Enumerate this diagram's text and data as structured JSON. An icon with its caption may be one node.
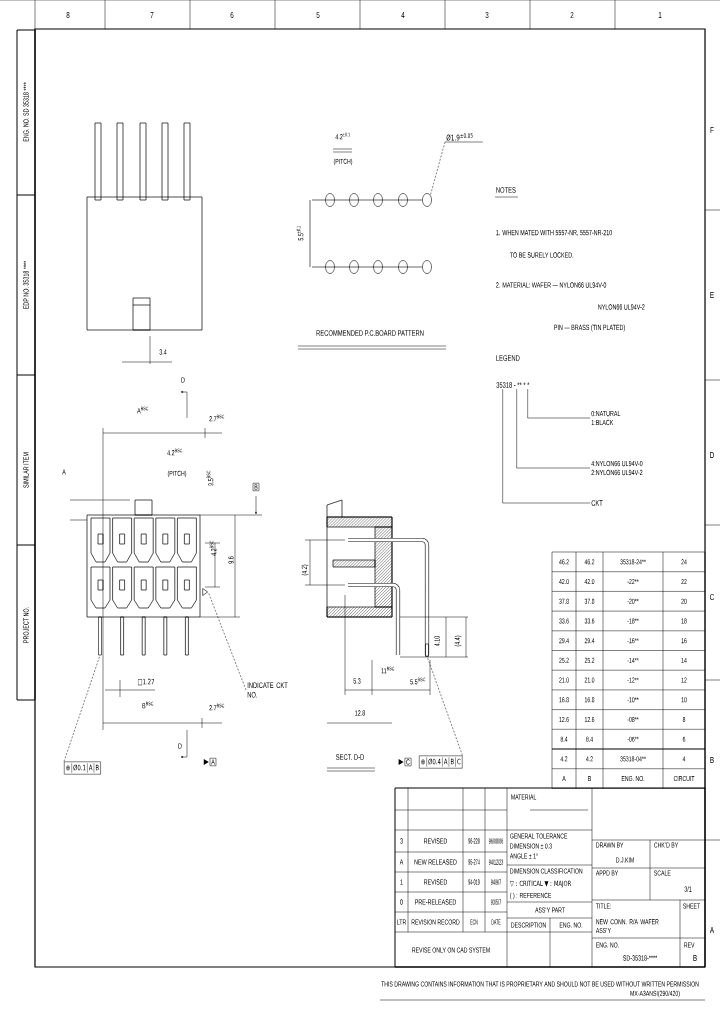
{
  "diagram": {
    "nodes": [
      {
        "text": [
          "Ø1.9$^{±0.05}$"
        ]
      },
      {
        "text": [],
        "shape": "circle"
      },
      {
        "text": [
          "INDICATE CKT NO."
        ]
      },
      {
        "text": [
          "⊕",
          "Ø0.1",
          "A",
          "B"
        ]
      },
      {
        "text": [
          "⊕",
          "Ø0.4",
          "A",
          "B",
          "C"
        ]
      },
      {
        "text": [
          "35318 - ** * *"
        ]
      },
      {
        "text": [
          "0:NATURAL",
          "1:BLACK"
        ]
      },
      {
        "text": [
          "4:NYLON66 UL94V-0",
          "2:NYLON66 UL94V-2"
        ]
      },
      {
        "text": [
          "CKT"
        ]
      },
      {
        "text": [],
        "shape": "triangle"
      },
      {
        "text": [],
        "shape": "bar"
      },
      {
        "text": [],
        "shape": "bar"
      }
    ],
    "edges": [
      {
        "from": 0,
        "to": 1,
        "arrow": "none",
        "style": "dashed"
      },
      {
        "from": 2,
        "to": 9,
        "arrow": "none",
        "style": "dashed"
      },
      {
        "from": 3,
        "to": 10,
        "arrow": "none",
        "style": "dashed"
      },
      {
        "from": 4,
        "to": 11,
        "arrow": "none",
        "style": "dashed"
      },
      {
        "from": 5,
        "to": 6,
        "arrow": "none"
      },
      {
        "from": 5,
        "to": 7,
        "arrow": "none"
      },
      {
        "from": 5,
        "to": 8,
        "arrow": "none"
      }
    ],
    "labels": [
      "8",
      "7",
      "6",
      "5",
      "4",
      "3",
      "2",
      "1",
      "F",
      "E",
      "D",
      "C",
      "B",
      "A",
      "ENG. NO. SD 35318 ****",
      "EDP NO. 35318 ****",
      "SIMILAR ITEM",
      "PROJECT NO.",
      "3.4",
      "4.2$^{±0.1}$",
      "(PITCH)",
      "5.5$^{±0.1}$",
      "RECOMMENDED P.C.BOARD PATTERN",
      "D",
      "A$^{BSC}$",
      "2.7$^{BSC}$",
      "4.2$^{BSC}$",
      "(PITCH)",
      "9.5$^{BSC}$",
      "A",
      "B",
      "4.2$^{BSC}$",
      "9.6",
      "□1.27",
      "B$^{BSC}$",
      "2.7$^{BSC}$",
      "D",
      "A",
      "(4.2)",
      "4.10",
      "(4.4)",
      "5.3",
      "11$^{BSC}$",
      "5.5$^{BSC}$",
      "12.8",
      "SECT. D-D",
      "C",
      "NOTES",
      "1. WHEN MATED WITH 5557-NR, 5557-NR-210",
      "TO BE SURELY LOCKED.",
      "2. MATERIAL: WAFER — NYLON66 UL94V-0",
      "NYLON66 UL94V-2",
      "PIN — BRASS (TIN PLATED)",
      "LEGEND",
      "46.2",
      "46.2",
      "35318-24**",
      "24",
      "42.0",
      "42.0",
      "-22**",
      "22",
      "37.8",
      "37.8",
      "-20**",
      "20",
      "33.6",
      "33.6",
      "-18**",
      "18",
      "29.4",
      "29.4",
      "-16**",
      "16",
      "25.2",
      "25.2",
      "-14**",
      "14",
      "21.0",
      "21.0",
      "-12**",
      "12",
      "16.8",
      "16.8",
      "-10**",
      "10",
      "12.6",
      "12.6",
      "-08**",
      "8",
      "8.4",
      "8.4",
      "-06**",
      "6",
      "4.2",
      "4.2",
      "35318-04**",
      "4",
      "A",
      "B",
      "ENG. NO.",
      "CIRCUIT",
      "3",
      "REVISED",
      "96-228",
      "96/08/06",
      "A",
      "NEW RELEASED",
      "95-274",
      "94/12/23",
      "1",
      "REVISED",
      "94-019",
      "94/9/7",
      "0",
      "PRE-RELEASED",
      "93/5/7",
      "LTR",
      "REVISION RECORD",
      "ECN",
      "DATE",
      "REVISE ONLY ON CAD SYSTEM",
      "MATERIAL",
      "GENERAL TOLERANCE",
      "DIMENSION ± 0.3",
      "ANGLE ± 1°",
      "DIMENSION CLASSIFICATION",
      "▽ : CRITICAL ▼ : MAJOR",
      "( ) : REFERENCE",
      "ASS'Y PART",
      "DESCRIPTION",
      "ENG. NO.",
      "DRAWN BY",
      "D.J.KIM",
      "CHK'D BY",
      "APPD BY",
      "SCALE",
      "3/1",
      "TITLE:",
      "NEW CONN. R/A WAFER ASS'Y",
      "SHEET",
      "ENG. NO.",
      "SD-35318-****",
      "REV",
      "B",
      "THIS DRAWING CONTAINS INFORMATION THAT IS PROPRIETARY AND SHOULD NOT BE USED WITHOUT WRITTEN PERMISSION",
      "MX-A3ANSI(290/420)"
    ]
  }
}
